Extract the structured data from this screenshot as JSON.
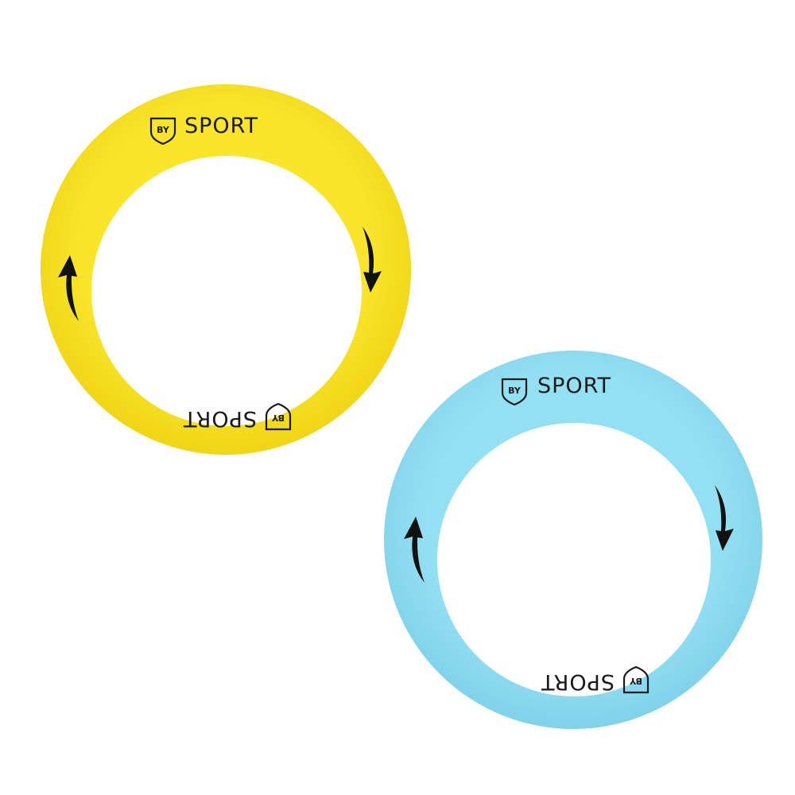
{
  "rings": [
    {
      "id": "yellow",
      "color": "#f7e11f",
      "shade": "#e9cf12",
      "top_label": "SPORT",
      "bottom_label": "SPORT",
      "logo_mark": "BY",
      "arrows": [
        "curved-arrow-down-icon",
        "curved-arrow-up-icon"
      ]
    },
    {
      "id": "blue",
      "color": "#8fddf1",
      "shade": "#7ccfe6",
      "top_label": "SPORT",
      "bottom_label": "SPORT",
      "logo_mark": "BY",
      "arrows": [
        "curved-arrow-down-icon",
        "curved-arrow-up-icon"
      ]
    }
  ]
}
